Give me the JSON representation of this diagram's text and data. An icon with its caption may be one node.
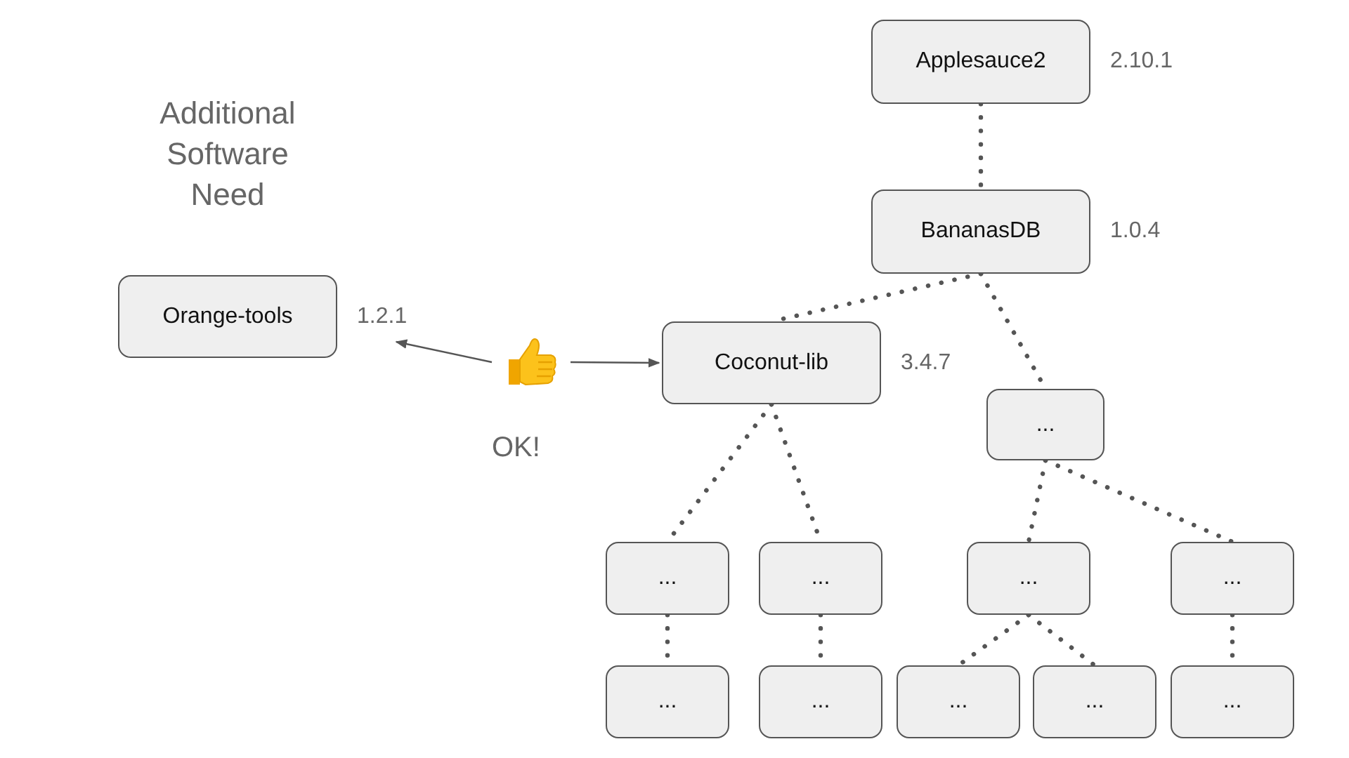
{
  "diagram": {
    "title": "Additional Software Need",
    "nodes": [
      {
        "text": [
          "Applesauce2"
        ],
        "beside": [
          "2.10.1"
        ]
      },
      {
        "text": [
          "BananasDB"
        ],
        "beside": [
          "1.0.4"
        ]
      },
      {
        "text": [
          "Orange-tools"
        ],
        "beside": [
          "1.2.1"
        ]
      },
      {
        "text": [],
        "shape": "picture",
        "beside": [
          "OK!"
        ]
      },
      {
        "text": [
          "Coconut-lib"
        ],
        "beside": [
          "3.4.7"
        ]
      },
      {
        "text": [
          "..."
        ]
      },
      {
        "text": [
          "..."
        ]
      },
      {
        "text": [
          "..."
        ]
      },
      {
        "text": [
          "..."
        ]
      },
      {
        "text": [
          "..."
        ]
      },
      {
        "text": [
          "..."
        ]
      },
      {
        "text": [
          "..."
        ]
      },
      {
        "text": [
          "..."
        ]
      },
      {
        "text": [
          "..."
        ]
      },
      {
        "text": [
          "..."
        ]
      }
    ],
    "edges": [
      {
        "from": 0,
        "to": 1,
        "arrow": "none",
        "style": "dashed"
      },
      {
        "from": 1,
        "to": 4,
        "arrow": "none",
        "style": "dashed"
      },
      {
        "from": 1,
        "to": 5,
        "arrow": "none",
        "style": "dashed"
      },
      {
        "from": 3,
        "to": 2,
        "arrow": "to"
      },
      {
        "from": 3,
        "to": 4,
        "arrow": "to"
      },
      {
        "from": 4,
        "to": 6,
        "arrow": "none",
        "style": "dashed"
      },
      {
        "from": 4,
        "to": 7,
        "arrow": "none",
        "style": "dashed"
      },
      {
        "from": 5,
        "to": 8,
        "arrow": "none",
        "style": "dashed"
      },
      {
        "from": 5,
        "to": 9,
        "arrow": "none",
        "style": "dashed"
      },
      {
        "from": 6,
        "to": 10,
        "arrow": "none",
        "style": "dashed"
      },
      {
        "from": 7,
        "to": 11,
        "arrow": "none",
        "style": "dashed"
      },
      {
        "from": 8,
        "to": 12,
        "arrow": "none",
        "style": "dashed"
      },
      {
        "from": 8,
        "to": 13,
        "arrow": "none",
        "style": "dashed"
      },
      {
        "from": 9,
        "to": 14,
        "arrow": "none",
        "style": "dashed"
      }
    ]
  }
}
